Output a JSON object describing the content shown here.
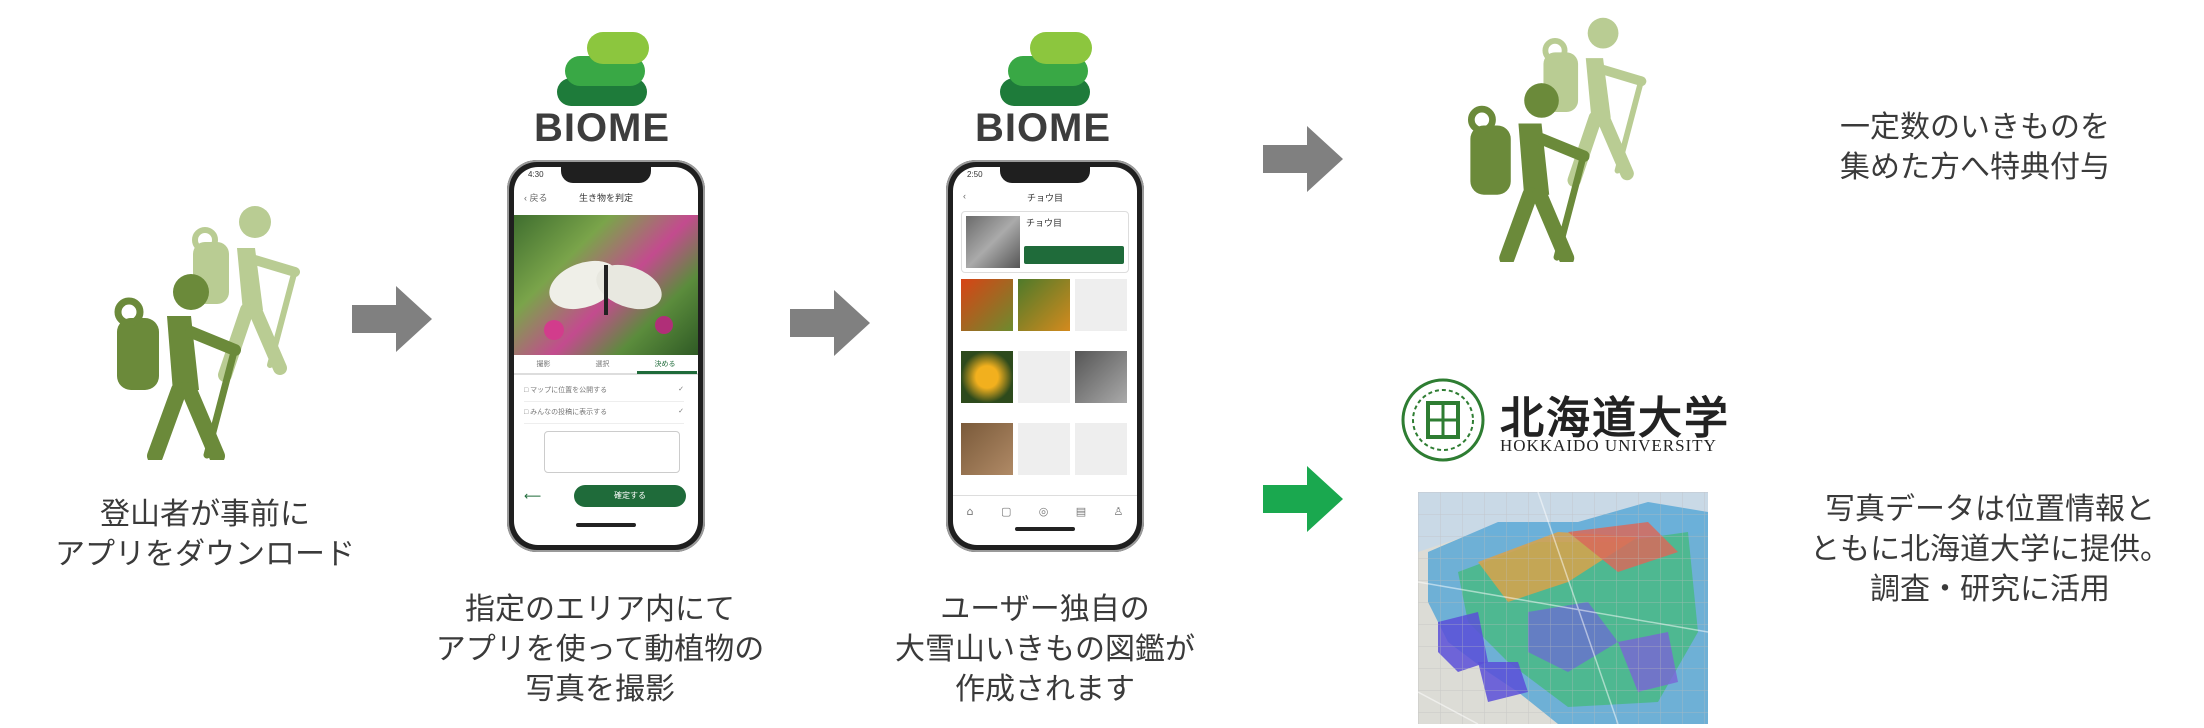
{
  "logos": {
    "biome_1": "BIOME",
    "biome_2": "BIOME",
    "hokkaido_name": "北海道大学",
    "hokkaido_en": "HOKKAIDO UNIVERSITY"
  },
  "captions": {
    "step1_line1": "登山者が事前に",
    "step1_line2": "アプリをダウンロード",
    "step2_line1": "指定のエリア内にて",
    "step2_line2": "アプリを使って動植物の",
    "step2_line3": "写真を撮影",
    "step3_line1": "ユーザー独自の",
    "step3_line2": "大雪山いきもの図鑑が",
    "step3_line3": "作成されます",
    "benefit_line1": "一定数のいきものを",
    "benefit_line2": "集めた方へ特典付与",
    "university_line1": "写真データは位置情報と",
    "university_line2": "ともに北海道大学に提供。",
    "university_line3": "調査・研究に活用"
  },
  "colors": {
    "arrow_gray": "#808080",
    "arrow_green": "#1aa84f",
    "hiker_dark": "#6b8a3a",
    "hiker_light": "#b9cc93",
    "biome_green_1": "#8cc63e",
    "biome_green_2": "#39a845",
    "biome_green_3": "#1e7b3a",
    "app_green": "#1f6b3a",
    "university_green": "#2e7d32"
  },
  "icons": {
    "hiker": "hiker-pair-icon",
    "arrow": "arrow-right-icon"
  }
}
